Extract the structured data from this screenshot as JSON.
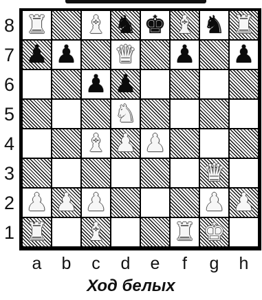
{
  "ranks": [
    "8",
    "7",
    "6",
    "5",
    "4",
    "3",
    "2",
    "1"
  ],
  "files": [
    "a",
    "b",
    "c",
    "d",
    "e",
    "f",
    "g",
    "h"
  ],
  "status": {
    "turn_label": "Ход белых"
  },
  "pieces": [
    {
      "square": "a8",
      "color": "white",
      "type": "rook",
      "glyph": "♜"
    },
    {
      "square": "c8",
      "color": "white",
      "type": "bishop",
      "glyph": "♝"
    },
    {
      "square": "d8",
      "color": "black",
      "type": "knight",
      "glyph": "♞"
    },
    {
      "square": "e8",
      "color": "black",
      "type": "king",
      "glyph": "♚"
    },
    {
      "square": "f8",
      "color": "white",
      "type": "bishop",
      "glyph": "♝"
    },
    {
      "square": "g8",
      "color": "black",
      "type": "knight",
      "glyph": "♞"
    },
    {
      "square": "h8",
      "color": "white",
      "type": "rook",
      "glyph": "♜"
    },
    {
      "square": "a7",
      "color": "black",
      "type": "pawn",
      "glyph": "♟"
    },
    {
      "square": "b7",
      "color": "black",
      "type": "pawn",
      "glyph": "♟"
    },
    {
      "square": "d7",
      "color": "white",
      "type": "queen",
      "glyph": "♛"
    },
    {
      "square": "f7",
      "color": "black",
      "type": "pawn",
      "glyph": "♟"
    },
    {
      "square": "h7",
      "color": "black",
      "type": "pawn",
      "glyph": "♟"
    },
    {
      "square": "c6",
      "color": "black",
      "type": "pawn",
      "glyph": "♟"
    },
    {
      "square": "d6",
      "color": "black",
      "type": "pawn",
      "glyph": "♟"
    },
    {
      "square": "d5",
      "color": "white",
      "type": "knight",
      "glyph": "♞"
    },
    {
      "square": "c4",
      "color": "white",
      "type": "bishop",
      "glyph": "♝"
    },
    {
      "square": "d4",
      "color": "white",
      "type": "pawn",
      "glyph": "♟"
    },
    {
      "square": "e4",
      "color": "white",
      "type": "pawn",
      "glyph": "♟"
    },
    {
      "square": "g3",
      "color": "white",
      "type": "queen",
      "glyph": "♛"
    },
    {
      "square": "a2",
      "color": "white",
      "type": "pawn",
      "glyph": "♟"
    },
    {
      "square": "b2",
      "color": "white",
      "type": "pawn",
      "glyph": "♟"
    },
    {
      "square": "c2",
      "color": "white",
      "type": "pawn",
      "glyph": "♟"
    },
    {
      "square": "g2",
      "color": "white",
      "type": "pawn",
      "glyph": "♟"
    },
    {
      "square": "h2",
      "color": "white",
      "type": "pawn",
      "glyph": "♟"
    },
    {
      "square": "a1",
      "color": "white",
      "type": "rook",
      "glyph": "♜"
    },
    {
      "square": "c1",
      "color": "white",
      "type": "bishop",
      "glyph": "♝"
    },
    {
      "square": "f1",
      "color": "white",
      "type": "rook",
      "glyph": "♜"
    },
    {
      "square": "g1",
      "color": "white",
      "type": "king",
      "glyph": "♚"
    }
  ]
}
